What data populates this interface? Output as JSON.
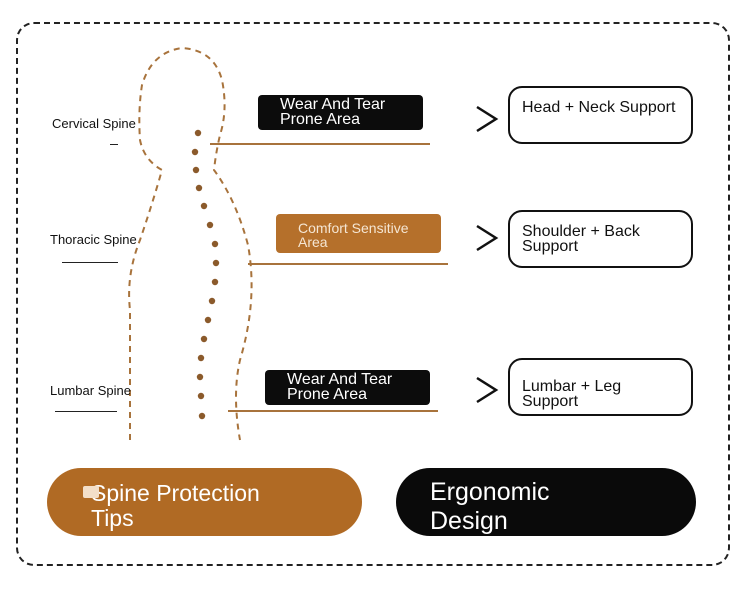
{
  "labels": {
    "cervical": "Cervical Spine",
    "thoracic": "Thoracic Spine",
    "lumbar": "Lumbar Spine"
  },
  "tags": {
    "top": "Wear And Tear Prone Area",
    "middle": "Comfort Sensitive Area",
    "bottom": "Wear And Tear Prone Area"
  },
  "supports": {
    "top": "Head + Neck Support",
    "middle": "Shoulder + Back Support",
    "bottom": "Lumbar + Leg Support"
  },
  "buttons": {
    "left": "Spine Protection Tips",
    "right": "Ergonomic Design"
  },
  "icons": [
    "chevron-right-icon",
    "shield-icon"
  ],
  "colors": {
    "accent_brown": "#b06a24",
    "dark": "#0a0a0a",
    "vertebra": "#8b5a2b"
  }
}
